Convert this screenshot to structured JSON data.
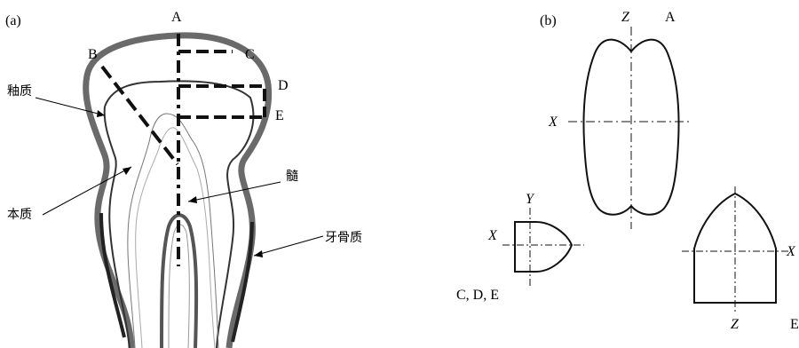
{
  "panel_a": {
    "panel_label": "(a)",
    "section_labels": {
      "a": "A",
      "b": "B",
      "c": "C",
      "d": "D",
      "e": "E"
    },
    "tissue_labels": {
      "enamel": "釉质",
      "dentin": "本质",
      "pulp": "髓",
      "cementum": "牙骨质"
    }
  },
  "panel_b": {
    "panel_label": "(b)",
    "section_a": {
      "axis_z": "Z",
      "axis_x": "X",
      "label": "A"
    },
    "section_cde": {
      "axis_y": "Y",
      "axis_x": "X",
      "label": "C, D, E"
    },
    "section_e": {
      "axis_z": "Z",
      "axis_x": "X",
      "label": "E"
    }
  }
}
